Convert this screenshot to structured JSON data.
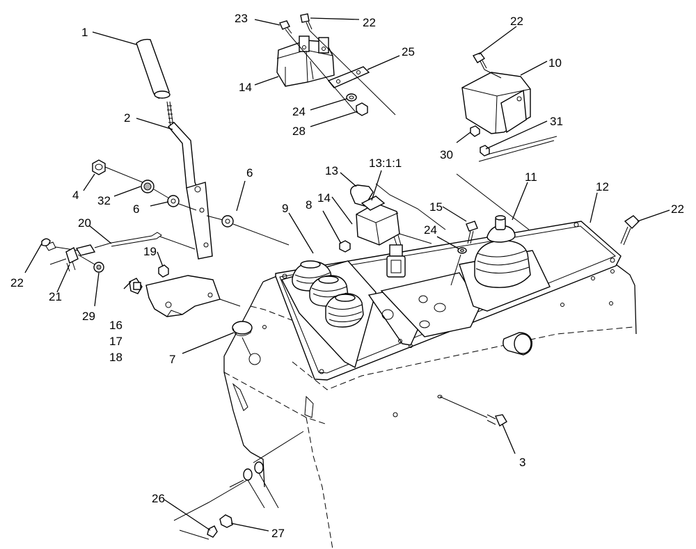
{
  "diagram": {
    "callouts": [
      {
        "id": "c1",
        "text": "1"
      },
      {
        "id": "c2",
        "text": "2"
      },
      {
        "id": "c3",
        "text": "3"
      },
      {
        "id": "c4",
        "text": "4"
      },
      {
        "id": "c6a",
        "text": "6"
      },
      {
        "id": "c6b",
        "text": "6"
      },
      {
        "id": "c7",
        "text": "7"
      },
      {
        "id": "c8",
        "text": "8"
      },
      {
        "id": "c9",
        "text": "9"
      },
      {
        "id": "c10",
        "text": "10"
      },
      {
        "id": "c11",
        "text": "11"
      },
      {
        "id": "c12",
        "text": "12"
      },
      {
        "id": "c13",
        "text": "13"
      },
      {
        "id": "c13s",
        "text": "13:1:1"
      },
      {
        "id": "c14a",
        "text": "14"
      },
      {
        "id": "c14b",
        "text": "14"
      },
      {
        "id": "c15",
        "text": "15"
      },
      {
        "id": "c16",
        "text": "16"
      },
      {
        "id": "c17",
        "text": "17"
      },
      {
        "id": "c18",
        "text": "18"
      },
      {
        "id": "c19",
        "text": "19"
      },
      {
        "id": "c20",
        "text": "20"
      },
      {
        "id": "c21",
        "text": "21"
      },
      {
        "id": "c22a",
        "text": "22"
      },
      {
        "id": "c22b",
        "text": "22"
      },
      {
        "id": "c22c",
        "text": "22"
      },
      {
        "id": "c22d",
        "text": "22"
      },
      {
        "id": "c23",
        "text": "23"
      },
      {
        "id": "c24a",
        "text": "24"
      },
      {
        "id": "c24b",
        "text": "24"
      },
      {
        "id": "c25",
        "text": "25"
      },
      {
        "id": "c26",
        "text": "26"
      },
      {
        "id": "c27",
        "text": "27"
      },
      {
        "id": "c28",
        "text": "28"
      },
      {
        "id": "c29",
        "text": "29"
      },
      {
        "id": "c30",
        "text": "30"
      },
      {
        "id": "c31",
        "text": "31"
      },
      {
        "id": "c32",
        "text": "32"
      }
    ]
  }
}
